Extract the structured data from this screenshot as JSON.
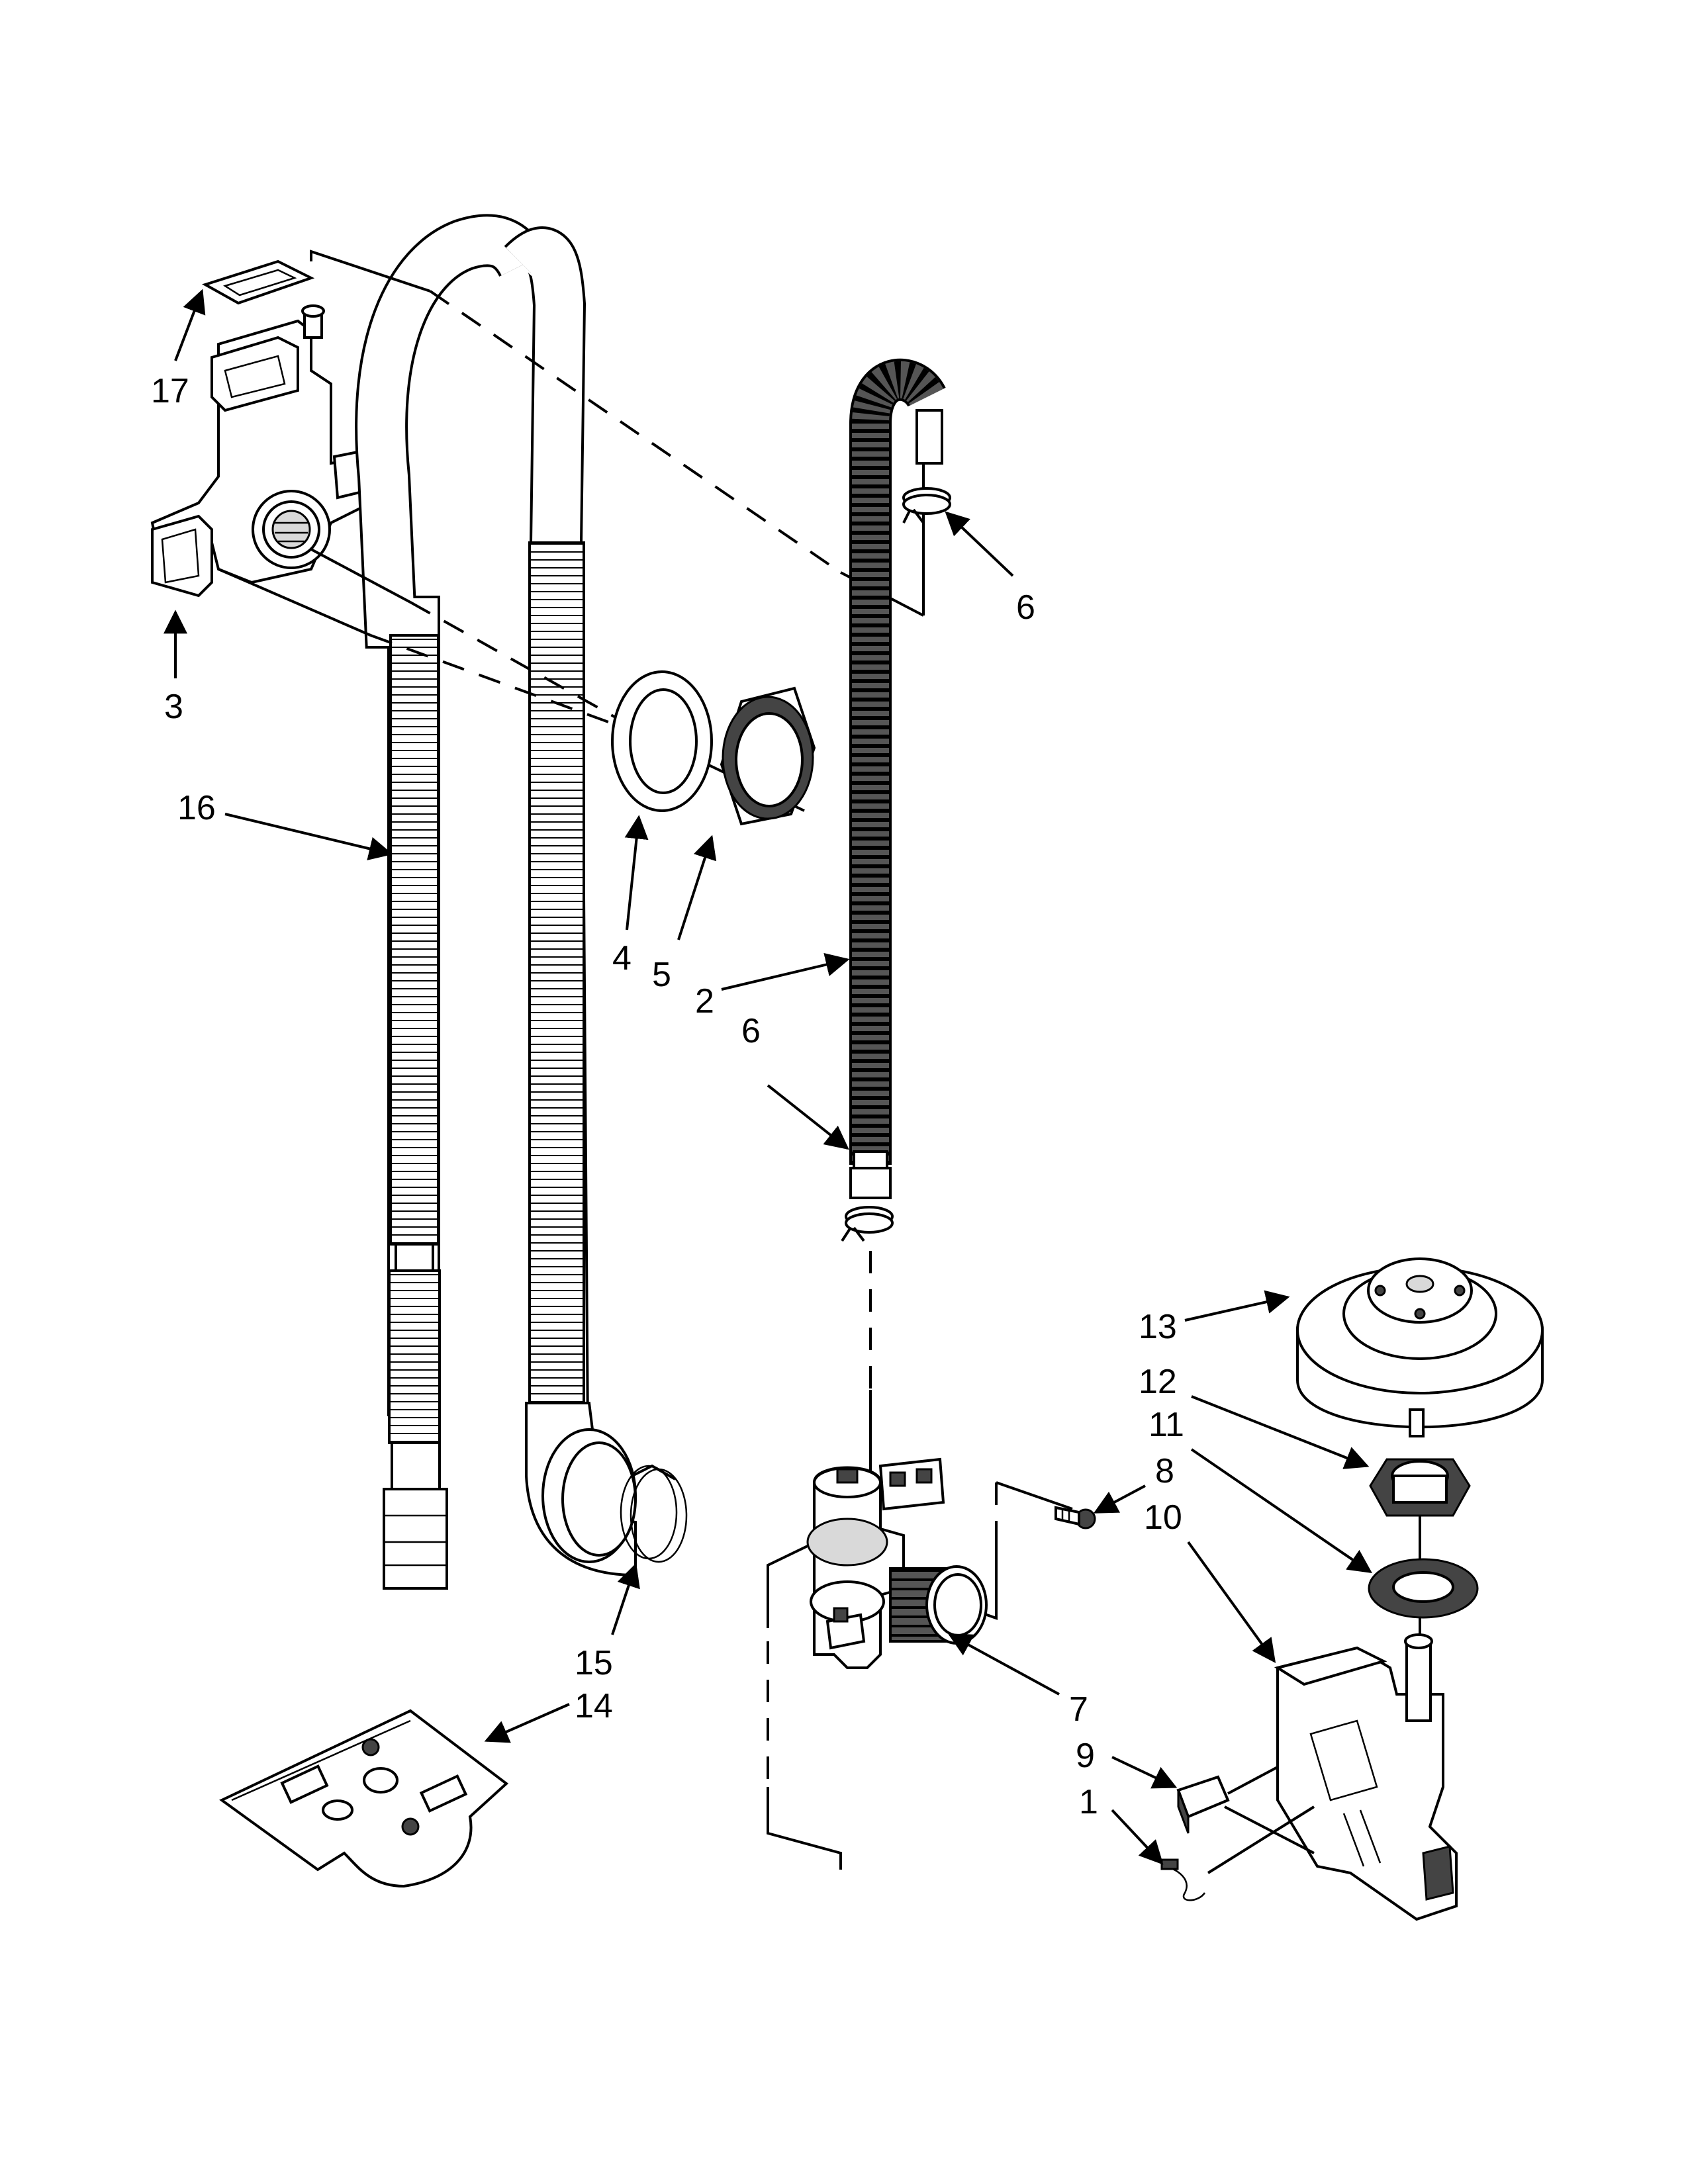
{
  "callouts": [
    {
      "id": "17",
      "text": "17"
    },
    {
      "id": "3",
      "text": "3"
    },
    {
      "id": "16",
      "text": "16"
    },
    {
      "id": "4",
      "text": "4"
    },
    {
      "id": "5",
      "text": "5"
    },
    {
      "id": "2",
      "text": "2"
    },
    {
      "id": "6a",
      "text": "6"
    },
    {
      "id": "6b",
      "text": "6"
    },
    {
      "id": "15",
      "text": "15"
    },
    {
      "id": "14",
      "text": "14"
    },
    {
      "id": "13",
      "text": "13"
    },
    {
      "id": "12",
      "text": "12"
    },
    {
      "id": "11",
      "text": "11"
    },
    {
      "id": "8",
      "text": "8"
    },
    {
      "id": "10",
      "text": "10"
    },
    {
      "id": "7",
      "text": "7"
    },
    {
      "id": "9",
      "text": "9"
    },
    {
      "id": "1",
      "text": "1"
    }
  ]
}
